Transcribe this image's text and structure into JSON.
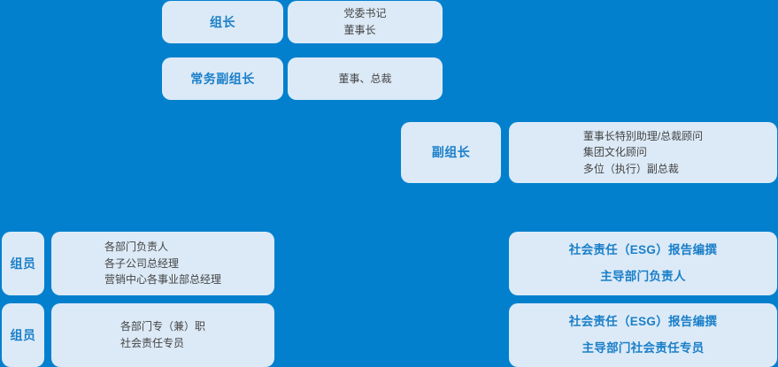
{
  "diagram": {
    "background_color": "#0280ce",
    "card_color": "#dceaf7",
    "accent_text_color": "#1a7fc9",
    "detail_text_color": "#444444",
    "rows": [
      {
        "role": "组长",
        "details": [
          "党委书记",
          "董事长"
        ]
      },
      {
        "role": "常务副组长",
        "details": [
          "董事、总裁"
        ]
      },
      {
        "role": "副组长",
        "details": [
          "董事长特别助理/总裁顾问",
          "集团文化顾问",
          "多位（执行）副总裁"
        ]
      },
      {
        "role": "组员",
        "details": [
          "各部门负责人",
          "各子公司总经理",
          "营销中心各事业部总经理"
        ],
        "esg": [
          "社会责任（ESG）报告编撰",
          "主导部门负责人"
        ]
      },
      {
        "role": "组员",
        "details": [
          "各部门专（兼）职",
          "社会责任专员"
        ],
        "esg": [
          "社会责任（ESG）报告编撰",
          "主导部门社会责任专员"
        ]
      }
    ]
  }
}
